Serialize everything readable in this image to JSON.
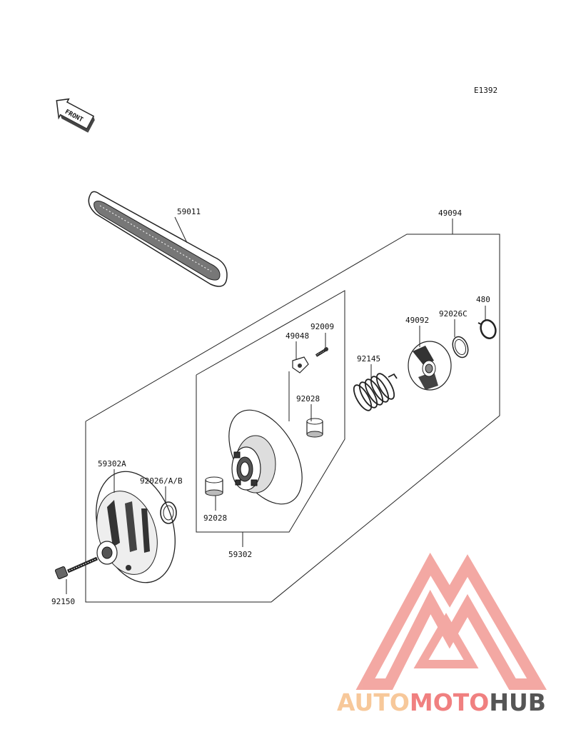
{
  "diagram_code": "E1392",
  "front_label": "FRONT",
  "parts": {
    "belt": "59011",
    "converter_assy": "49094",
    "driven_assy": "59302",
    "fixed_sheave": "59302A",
    "washer_ab": "92026/A/B",
    "bolt": "92150",
    "bushing_upper": "92028",
    "bushing_lower": "92028",
    "slider": "49048",
    "screw": "92009",
    "spring": "92145",
    "cam": "49092",
    "washer_c": "92026C",
    "snap_ring": "480"
  },
  "watermark": {
    "text_auto": "AUTO",
    "text_moto": "MOTO",
    "text_hub": "HUB",
    "color_auto": "#f7c89a",
    "color_moto": "#f08080",
    "color_hub": "#555555",
    "color_logo": "#f19a93"
  }
}
